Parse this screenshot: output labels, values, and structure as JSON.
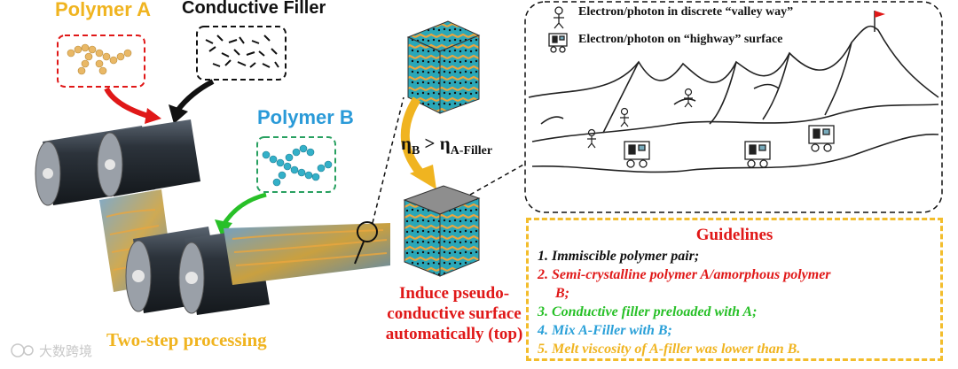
{
  "labels": {
    "polymer_a": "Polymer A",
    "conductive_filler": "Conductive Filler",
    "polymer_b": "Polymer B",
    "two_step": "Two-step processing",
    "eta_b": "η",
    "eta_b_sub": "B",
    "eta_gt": " > η",
    "eta_af_sub": "A-Filler",
    "induce": "Induce pseudo-conductive surface automatically (top)"
  },
  "legend": {
    "valley": "Electron/photon in discrete “valley way”",
    "highway": "Electron/photon on “highway” surface"
  },
  "guidelines": {
    "title": "Guidelines",
    "items": [
      "1.  Immiscible polymer pair;",
      "2.  Semi-crystalline polymer A/amorphous polymer",
      "     B;",
      "3.  Conductive filler preloaded with A;",
      "4.  Mix A-Filler with B;",
      "5.  Melt viscosity of A-filler was lower than B."
    ]
  },
  "watermark": "大数跨境",
  "colors": {
    "polymer_a": "#f0b420",
    "polymer_b": "#2a9ad8",
    "red": "#e01818",
    "green": "#28c028",
    "guide_border": "#f3bd2c"
  }
}
